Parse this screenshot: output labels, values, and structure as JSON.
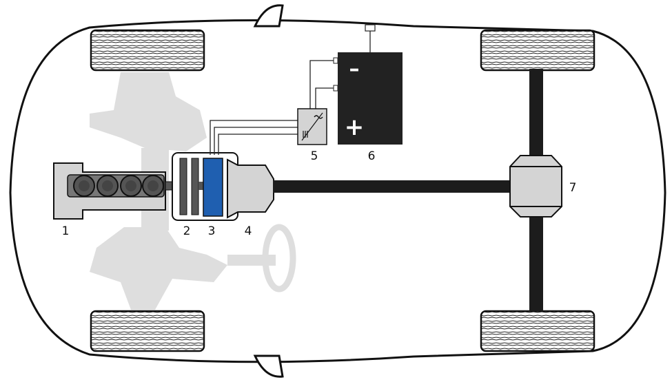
{
  "labels": {
    "engine": "1",
    "clutch": "2",
    "electric_motor": "3",
    "gearbox": "4",
    "inverter": "5",
    "battery": "6",
    "differential": "7"
  },
  "battery": {
    "negative_symbol": "–",
    "positive_symbol": "+"
  },
  "colors": {
    "outline": "#111111",
    "battery": "#222222",
    "electric_motor": "#1f5fb0",
    "components": "#d4d4d4",
    "chassis_ghost": "#dedede",
    "shaft": "#1c1c1c"
  },
  "icons": {
    "tire": "tire-icon",
    "engine": "engine-icon",
    "inverter": "inverter-icon",
    "battery": "battery-icon",
    "steering_wheel": "steering-wheel-icon"
  }
}
